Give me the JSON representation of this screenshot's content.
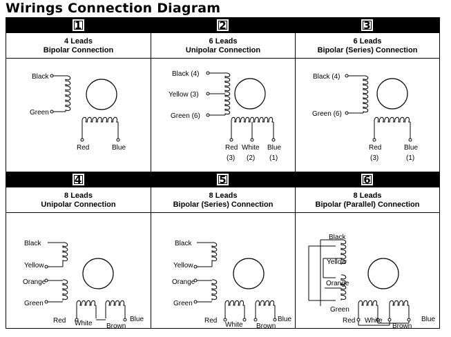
{
  "title": "Wirings Connection Diagram",
  "panels": [
    {
      "number": "1",
      "leads": "4 Leads",
      "connection": "Bipolar Connection",
      "labels": {
        "black": "Black",
        "green": "Green",
        "red": "Red",
        "blue": "Blue"
      }
    },
    {
      "number": "2",
      "leads": "6 Leads",
      "connection": "Unipolar Connection",
      "labels": {
        "black": "Black (4)",
        "yellow": "Yellow (3)",
        "green": "Green (6)",
        "red": "Red",
        "white": "White",
        "blue": "Blue",
        "red_n": "(3)",
        "white_n": "(2)",
        "blue_n": "(1)"
      }
    },
    {
      "number": "3",
      "leads": "6 Leads",
      "connection": "Bipolar (Series) Connection",
      "labels": {
        "black": "Black (4)",
        "green": "Green (6)",
        "red": "Red",
        "blue": "Blue",
        "red_n": "(3)",
        "blue_n": "(1)"
      }
    },
    {
      "number": "4",
      "leads": "8 Leads",
      "connection": "Unipolar Connection",
      "labels": {
        "black": "Black",
        "yellow": "Yellow",
        "orange": "Orange",
        "green": "Green",
        "red": "Red",
        "white": "White",
        "brown": "Brown",
        "blue": "Blue"
      }
    },
    {
      "number": "5",
      "leads": "8 Leads",
      "connection": "Bipolar (Series) Connection",
      "labels": {
        "black": "Black",
        "yellow": "Yellow",
        "orange": "Orange",
        "green": "Green",
        "red": "Red",
        "white": "White",
        "brown": "Brown",
        "blue": "Blue"
      }
    },
    {
      "number": "6",
      "leads": "8 Leads",
      "connection": "Bipolar (Parallel) Connection",
      "labels": {
        "black": "Black",
        "yellow": "Yellow",
        "orange": "Orange",
        "green": "Green",
        "red": "Red",
        "white": "White",
        "brown": "Brown",
        "blue": "Blue"
      }
    }
  ]
}
